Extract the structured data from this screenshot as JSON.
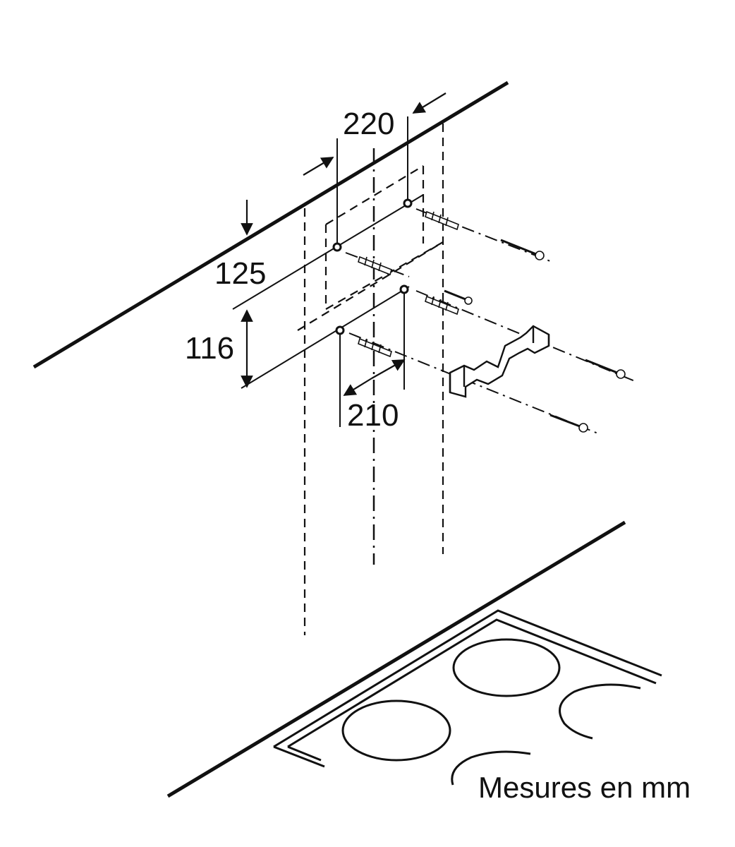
{
  "dimensions": {
    "d220": "220",
    "d125": "125",
    "d116": "116",
    "d210": "210"
  },
  "footer_note": "Mesures en mm",
  "colors": {
    "line": "#111111",
    "background": "#ffffff"
  }
}
